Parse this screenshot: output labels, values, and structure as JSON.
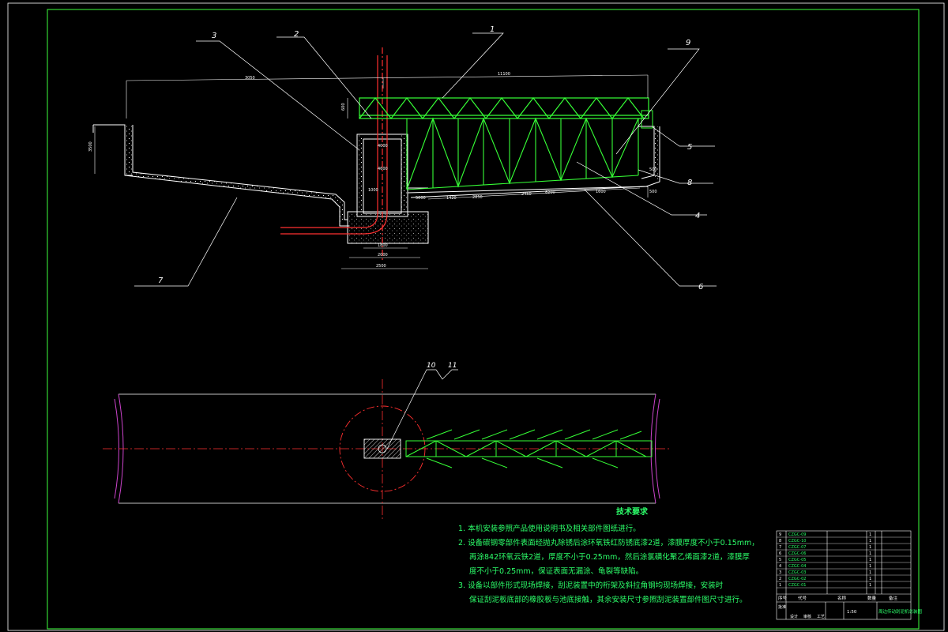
{
  "drawing": {
    "callouts": [
      "1",
      "2",
      "3",
      "4",
      "5",
      "6",
      "7",
      "8",
      "9",
      "10",
      "11"
    ],
    "dimensions": {
      "top_left": "3050",
      "top_span": "11100",
      "truss_height": "600",
      "tank_depth": "3500",
      "center_a": "4000",
      "center_b": "4600",
      "center_c": "5000",
      "bottom_1": "1420",
      "bottom_2": "2850",
      "bottom_3": "2450",
      "bottom_4": "1600",
      "base_inner": "1800",
      "base_mid": "2000",
      "base_outer": "2500",
      "right_1": "500",
      "right_2": "500",
      "pipe_1": "1000",
      "pipe_2": "8200"
    }
  },
  "notes": {
    "title": "技术要求",
    "items": [
      "1. 本机安装参照产品使用说明书及相关部件图纸进行。",
      "2. 设备碳钢零部件表面经抛丸除锈后涂环氧铁红防锈底漆2道，漆膜厚度不小于0.15mm，",
      "再涂842环氧云铁2道，厚度不小于0.25mm，然后涂氯磺化聚乙烯面漆2道，漆膜厚",
      "度不小于0.25mm，保证表面无漏涂、龟裂等缺陷。",
      "3. 设备以部件形式现场焊接，刮泥装置中的桁架及斜拉角钢均现场焊接，安装时",
      "保证刮泥板底部的橡胶板与池底接触，其余安装尺寸参照刮泥装置部件图尺寸进行。"
    ]
  },
  "title_block": {
    "rows": [
      {
        "code": "CZGC-09",
        "name": "",
        "qty": "1"
      },
      {
        "code": "CZGC-10",
        "name": "",
        "qty": "1"
      },
      {
        "code": "CZGC-07",
        "name": "",
        "qty": "1"
      },
      {
        "code": "CZGC-06",
        "name": "",
        "qty": "1"
      },
      {
        "code": "CZGC-05",
        "name": "",
        "qty": "1"
      },
      {
        "code": "CZGC-04",
        "name": "",
        "qty": "1"
      },
      {
        "code": "CZGC-03",
        "name": "",
        "qty": "1"
      },
      {
        "code": "CZGC-02",
        "name": "",
        "qty": "1"
      },
      {
        "code": "CZGC-01",
        "name": "",
        "qty": "1"
      }
    ],
    "header": [
      "序号",
      "代号",
      "名称",
      "数量",
      "备注"
    ],
    "footer": [
      "设计",
      "审核",
      "工艺",
      "批准"
    ],
    "drawing_title": "周边传动刮泥机总装图",
    "scale": "1:50"
  }
}
